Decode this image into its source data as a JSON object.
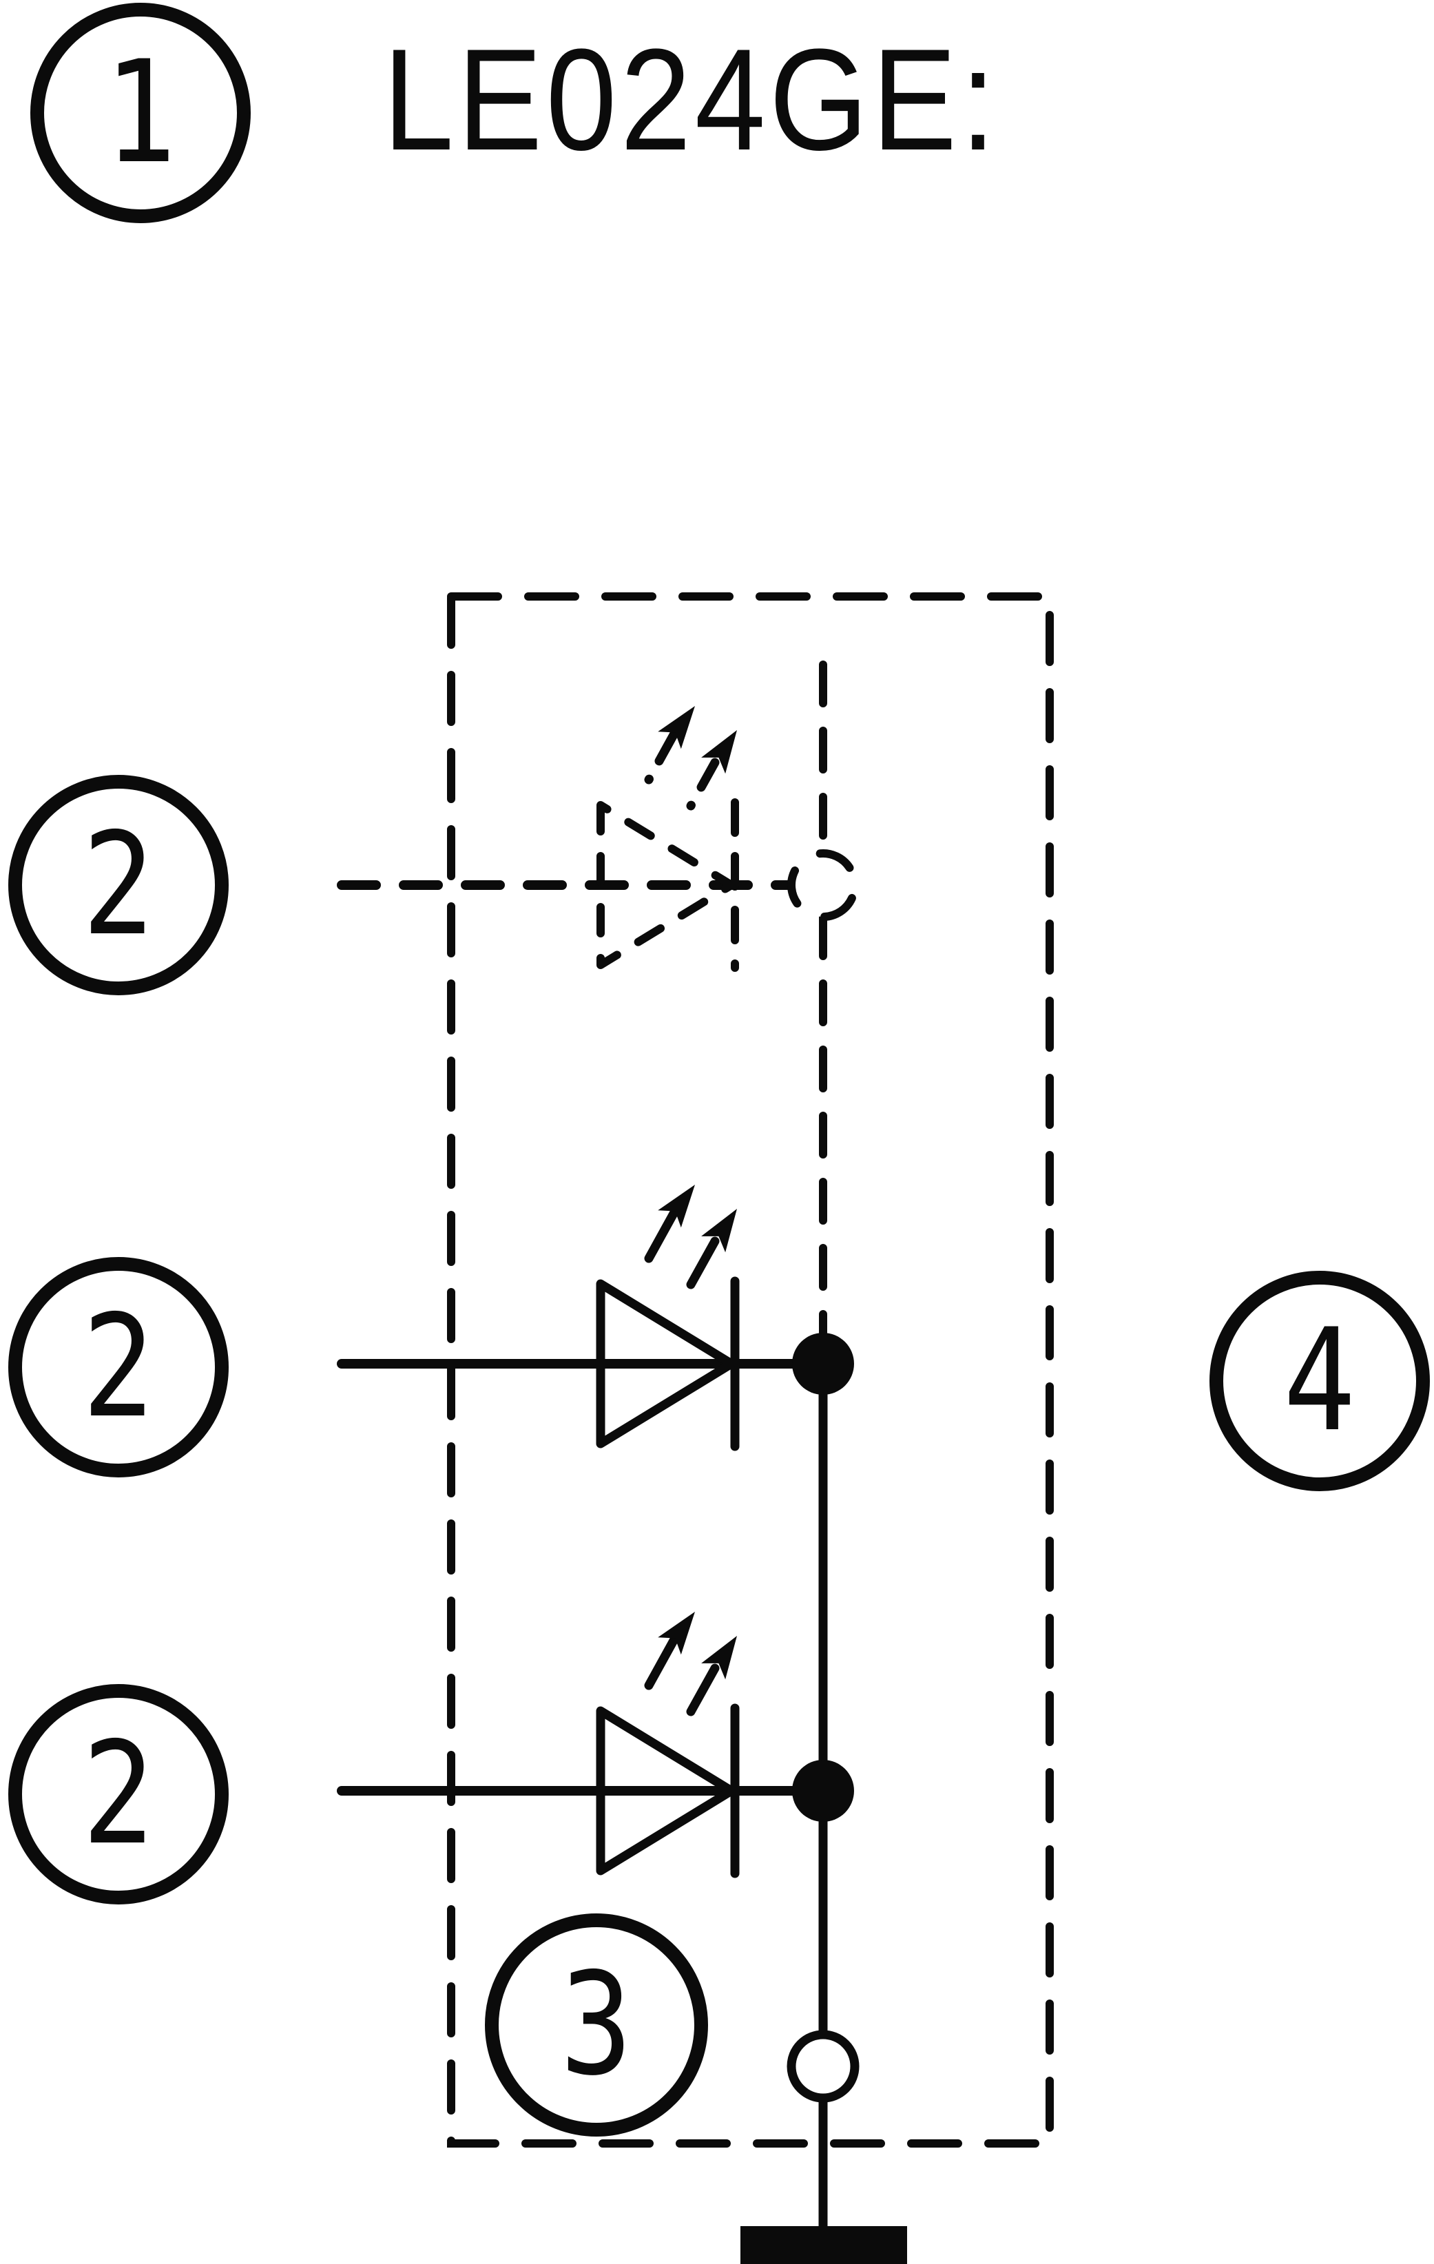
{
  "title": "LE024GE:",
  "markers": {
    "figure": "1",
    "input": "2",
    "common_node": "3",
    "module": "4"
  },
  "colors": {
    "ink": "#0b0b0b",
    "paper": "#ffffff"
  }
}
